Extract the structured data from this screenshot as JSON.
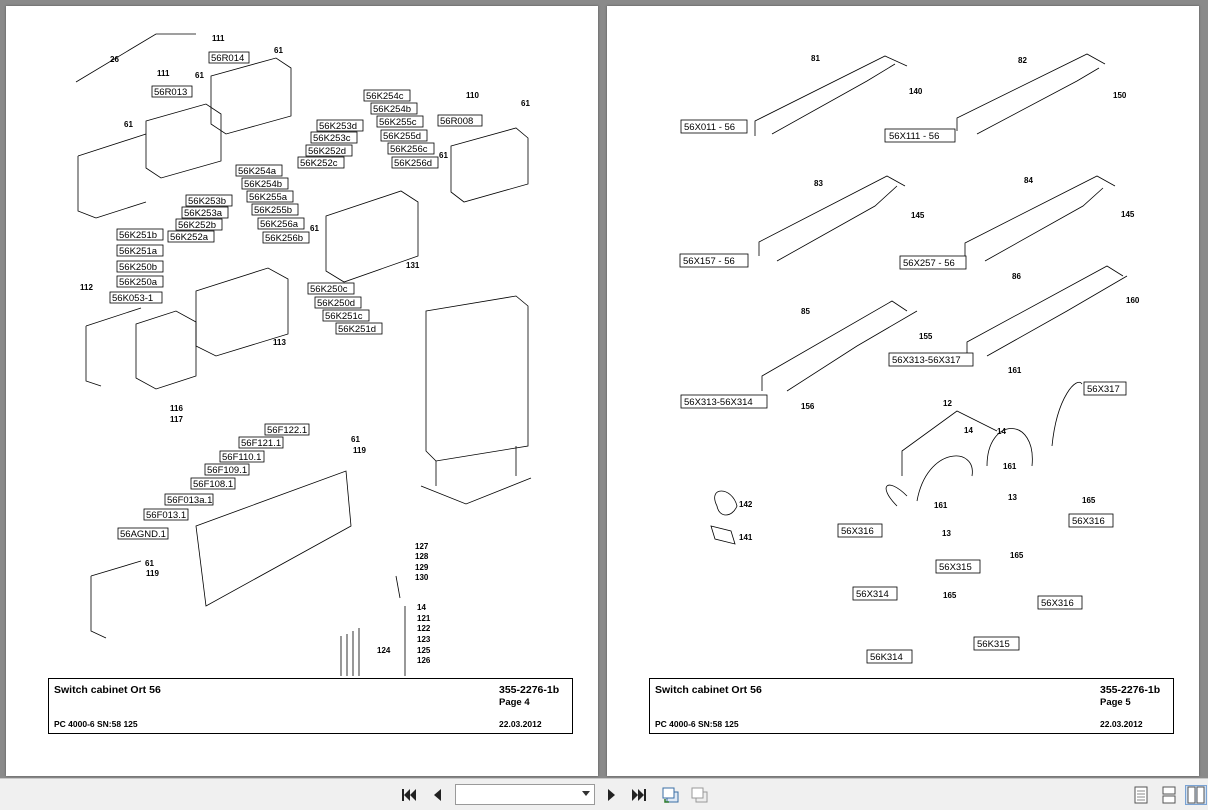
{
  "left_page": {
    "title": "Switch cabinet Ort 56",
    "doc_number": "355-2276-1b",
    "page": "Page 4",
    "model": "PC 4000-6 SN:58 125",
    "date": "22.03.2012",
    "labels": [
      "56R014",
      "56R013",
      "56R008",
      "56K254c",
      "56K254b",
      "56K253d",
      "56K255c",
      "56K253c",
      "56K255d",
      "56K252d",
      "56K256c",
      "56K252c",
      "56K256d",
      "56K254a",
      "56K254b",
      "56K253b",
      "56K255a",
      "56K253a",
      "56K255b",
      "56K252b",
      "56K256a",
      "56K252a",
      "56K256b",
      "56K251b",
      "56K251a",
      "56K250b",
      "56K250a",
      "56K053-1",
      "56K250c",
      "56K250d",
      "56K251c",
      "56K251d",
      "56F122.1",
      "56F121.1",
      "56F110.1",
      "56F109.1",
      "56F108.1",
      "56F013a.1",
      "56F013.1",
      "56AGND.1"
    ],
    "numbers": [
      "26",
      "111",
      "61",
      "111",
      "61",
      "61",
      "110",
      "61",
      "61",
      "61",
      "131",
      "112",
      "113",
      "116",
      "117",
      "61",
      "119",
      "61",
      "119",
      "127",
      "128",
      "129",
      "130",
      "14",
      "121",
      "122",
      "123",
      "124",
      "125",
      "126"
    ]
  },
  "right_page": {
    "title": "Switch cabinet Ort 56",
    "doc_number": "355-2276-1b",
    "page": "Page 5",
    "model": "PC 4000-6 SN:58 125",
    "date": "22.03.2012",
    "labels": [
      "56X011 - 56",
      "56X111 - 56",
      "56X157 - 56",
      "56X257 - 56",
      "56X313-56X317",
      "56X313-56X314",
      "56X317",
      "56X316",
      "56X316",
      "56X315",
      "56X314",
      "56X316",
      "56K315",
      "56K314"
    ],
    "numbers": [
      "81",
      "140",
      "82",
      "150",
      "83",
      "145",
      "84",
      "145",
      "86",
      "160",
      "85",
      "155",
      "161",
      "156",
      "12",
      "14",
      "14",
      "161",
      "161",
      "13",
      "165",
      "13",
      "165",
      "165",
      "142",
      "141"
    ]
  },
  "toolbar": {
    "page_value": "",
    "icons": [
      "first-page-icon",
      "previous-page-icon",
      "page-select",
      "next-page-icon",
      "last-page-icon",
      "go-back-icon",
      "go-forward-icon",
      "single-page-view-icon",
      "continuous-view-icon",
      "two-page-view-icon"
    ]
  }
}
